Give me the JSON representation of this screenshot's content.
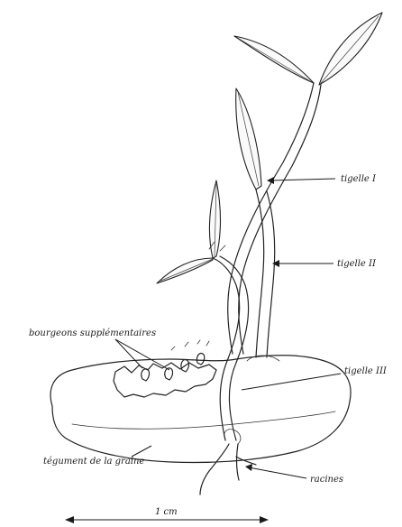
{
  "labels": {
    "tigelle_1": "tigelle I",
    "tigelle_2": "tigelle II",
    "tigelle_3": "tigelle III",
    "bourgeons": "bourgeons supplémentaires",
    "tegument": "tégument de la graine",
    "racines": "racines",
    "scale": "1 cm"
  }
}
